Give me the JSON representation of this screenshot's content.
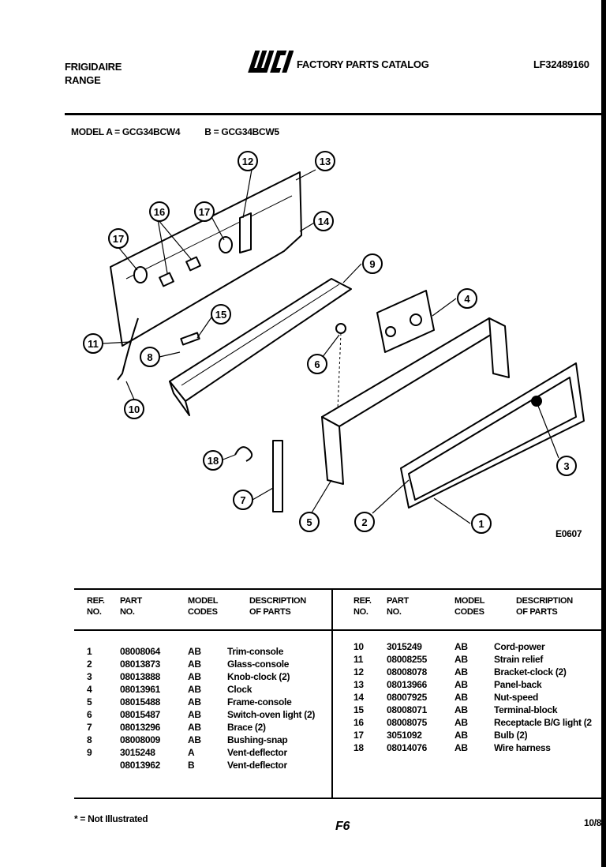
{
  "header": {
    "brand": "FRIGIDAIRE",
    "product": "RANGE",
    "logo_text": "WCI",
    "catalog_title": "FACTORY PARTS CATALOG",
    "publication_no": "LF32489160"
  },
  "models": {
    "a": "MODEL A = GCG34BCW4",
    "b": "B = GCG34BCW5"
  },
  "diagram": {
    "figure_no": "E0607",
    "callouts": [
      "12",
      "13",
      "17",
      "16",
      "14",
      "17",
      "9",
      "15",
      "4",
      "11",
      "8",
      "6",
      "10",
      "3",
      "18",
      "7",
      "5",
      "2",
      "1"
    ]
  },
  "table": {
    "headers": {
      "ref_1": "REF.",
      "ref_2": "NO.",
      "part_1": "PART",
      "part_2": "NO.",
      "model_1": "MODEL",
      "model_2": "CODES",
      "desc_1": "DESCRIPTION",
      "desc_2": "OF PARTS"
    },
    "left_rows": [
      {
        "ref": "1",
        "part": "08008064",
        "codes": "AB",
        "desc": "Trim-console"
      },
      {
        "ref": "2",
        "part": "08013873",
        "codes": "AB",
        "desc": "Glass-console"
      },
      {
        "ref": "3",
        "part": "08013888",
        "codes": "AB",
        "desc": "Knob-clock (2)"
      },
      {
        "ref": "4",
        "part": "08013961",
        "codes": "AB",
        "desc": "Clock"
      },
      {
        "ref": "5",
        "part": "08015488",
        "codes": "AB",
        "desc": "Frame-console"
      },
      {
        "ref": "6",
        "part": "08015487",
        "codes": "AB",
        "desc": "Switch-oven light (2)"
      },
      {
        "ref": "7",
        "part": "08013296",
        "codes": "AB",
        "desc": "Brace (2)"
      },
      {
        "ref": "8",
        "part": "08008009",
        "codes": "AB",
        "desc": "Bushing-snap"
      },
      {
        "ref": "9",
        "part": "3015248",
        "codes": "A",
        "desc": "Vent-deflector"
      },
      {
        "ref": "",
        "part": "08013962",
        "codes": "B",
        "desc": "Vent-deflector"
      }
    ],
    "right_rows": [
      {
        "ref": "10",
        "part": "3015249",
        "codes": "AB",
        "desc": "Cord-power"
      },
      {
        "ref": "11",
        "part": "08008255",
        "codes": "AB",
        "desc": "Strain relief"
      },
      {
        "ref": "12",
        "part": "08008078",
        "codes": "AB",
        "desc": "Bracket-clock (2)"
      },
      {
        "ref": "13",
        "part": "08013966",
        "codes": "AB",
        "desc": "Panel-back"
      },
      {
        "ref": "14",
        "part": "08007925",
        "codes": "AB",
        "desc": "Nut-speed"
      },
      {
        "ref": "15",
        "part": "08008071",
        "codes": "AB",
        "desc": "Terminal-block"
      },
      {
        "ref": "16",
        "part": "08008075",
        "codes": "AB",
        "desc": "Receptacle B/G light (2"
      },
      {
        "ref": "17",
        "part": "3051092",
        "codes": "AB",
        "desc": "Bulb (2)"
      },
      {
        "ref": "18",
        "part": "08014076",
        "codes": "AB",
        "desc": "Wire harness"
      }
    ]
  },
  "footer": {
    "note": "* = Not Illustrated",
    "page": "F6",
    "date": "10/8"
  }
}
